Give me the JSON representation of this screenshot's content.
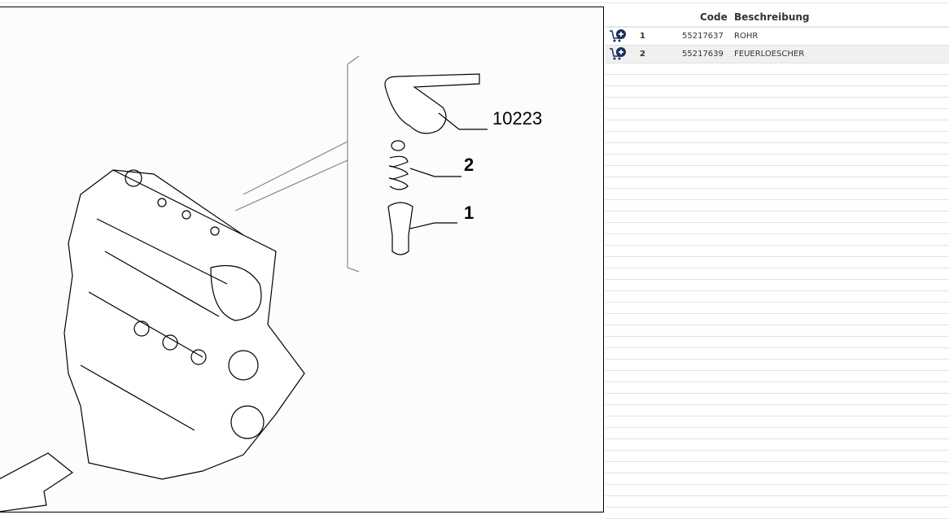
{
  "drawing": {
    "callouts": [
      "10223",
      "2",
      "1"
    ]
  },
  "parts_table": {
    "headers": {
      "code": "Code",
      "description": "Beschreibung"
    },
    "rows": [
      {
        "pos": "1",
        "code": "55217637",
        "description": "ROHR",
        "icon": "cart-add-icon"
      },
      {
        "pos": "2",
        "code": "55217639",
        "description": "FEUERLOESCHER",
        "icon": "cart-add-icon"
      }
    ]
  }
}
